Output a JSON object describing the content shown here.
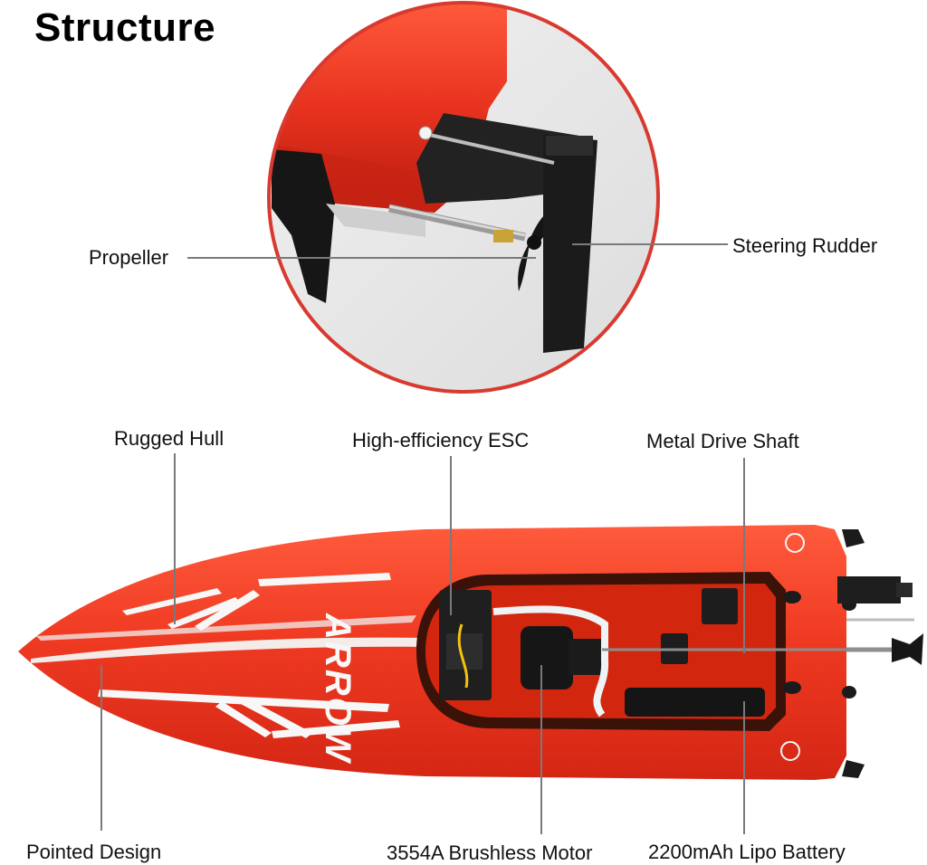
{
  "title": "Structure",
  "callouts": {
    "propeller": "Propeller",
    "steering_rudder": "Steering Rudder",
    "rugged_hull": "Rugged Hull",
    "esc": "High-efficiency ESC",
    "drive_shaft": "Metal Drive Shaft",
    "pointed_design": "Pointed Design",
    "motor": "3554A Brushless Motor",
    "battery": "2200mAh Lipo Battery"
  },
  "hull_branding": "ARROW",
  "colors": {
    "hull_red": "#e8331f",
    "hull_dark_red": "#b81c10",
    "detail_circle_border": "#d93a30",
    "leader_line": "#7a7a7a",
    "rudder_black": "#1b1b1b"
  }
}
